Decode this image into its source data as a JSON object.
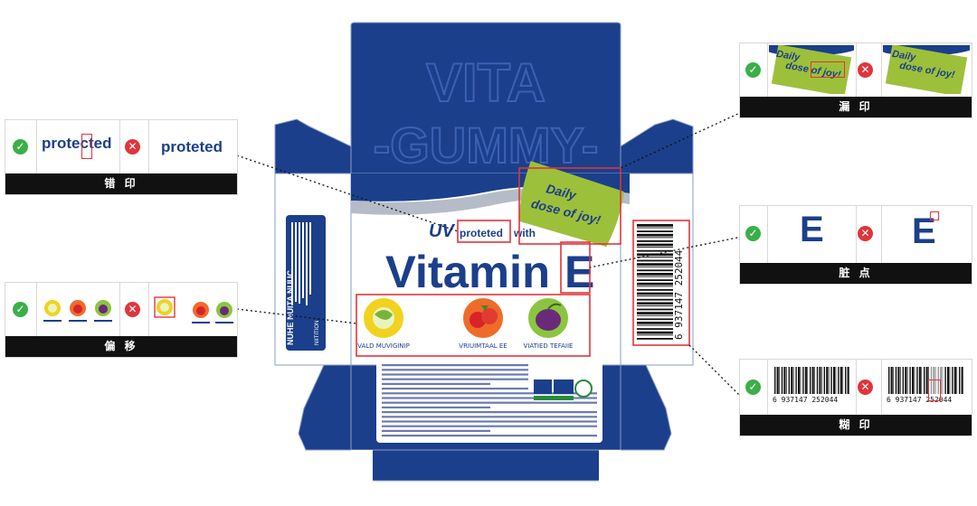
{
  "brand": {
    "logo_line1": "VITA",
    "logo_line2": "-GUMMY-",
    "badge_line1": "Daily",
    "badge_line2": "dose of joy!",
    "tagline_uv": "UV",
    "tagline_protected": "proteted",
    "tagline_with": "with",
    "product_name": "Vitamin",
    "product_letter": "E",
    "barcode_number": "6 937147 252044",
    "fruit_labels": [
      "VALD MUVIGINIP",
      "VRIUIMTAAL EE",
      "VIATIED TEFAIIE"
    ],
    "side_panel_title": "NUHE NUITA NUUC",
    "side_panel_small": "NIITITION"
  },
  "panels": {
    "misprint": {
      "label": "错 印",
      "good_text": "protected",
      "bad_text": "proteted"
    },
    "missing": {
      "label": "漏 印",
      "good_line1": "Daily",
      "good_line2": "dose of joy!",
      "bad_line1": "Daily",
      "bad_line2": "dose of joy!"
    },
    "dirt": {
      "label": "脏 点",
      "good_letter": "E",
      "bad_letter": "E"
    },
    "offset": {
      "label": "偏 移"
    },
    "blur": {
      "label": "糊 印",
      "good_number": "6 937147 252044",
      "bad_number": "6 937147 252044"
    }
  },
  "colors": {
    "navy": "#1b3f8b",
    "green_badge": "#9dc03a",
    "defect_red": "#e0353b",
    "ok_green": "#3cae49"
  }
}
